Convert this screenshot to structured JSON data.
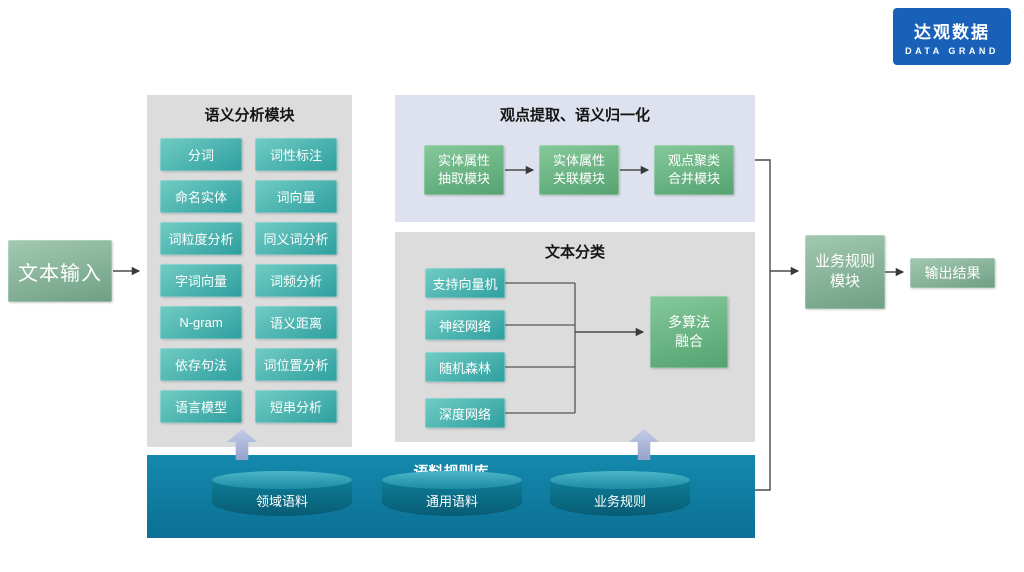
{
  "colors": {
    "brand_blue": "#1961b8",
    "teal_box": "#3aa8a4",
    "green_box": "#6cbd88",
    "sage_box": "#86b497",
    "corpus_bar": "#0e7e9f",
    "panel_gray": "#dcdcdc",
    "panel_blue_gray": "#dde2ee"
  },
  "logo": {
    "name_cn": "达观数据",
    "name_en": "DATA GRAND"
  },
  "input_box": {
    "label": "文本输入"
  },
  "semantic_panel": {
    "title": "语义分析模块",
    "col1": [
      "分词",
      "命名实体",
      "词粒度分析",
      "字词向量",
      "N-gram",
      "依存句法",
      "语言模型"
    ],
    "col2": [
      "词性标注",
      "词向量",
      "同义词分析",
      "词频分析",
      "语义距离",
      "词位置分析",
      "短串分析"
    ]
  },
  "opinion_panel": {
    "title": "观点提取、语义归一化",
    "steps": [
      "实体属性\n抽取模块",
      "实体属性\n关联模块",
      "观点聚类\n合并模块"
    ]
  },
  "classify_panel": {
    "title": "文本分类",
    "algorithms": [
      "支持向量机",
      "神经网络",
      "随机森林",
      "深度网络"
    ],
    "fusion_label": "多算法\n融合"
  },
  "right_flow": {
    "rules_module_label": "业务规则\n模块",
    "output_label": "输出结果"
  },
  "corpus_bar": {
    "title": "语料规则库",
    "cylinders": [
      "领域语料",
      "通用语料",
      "业务规则"
    ]
  }
}
